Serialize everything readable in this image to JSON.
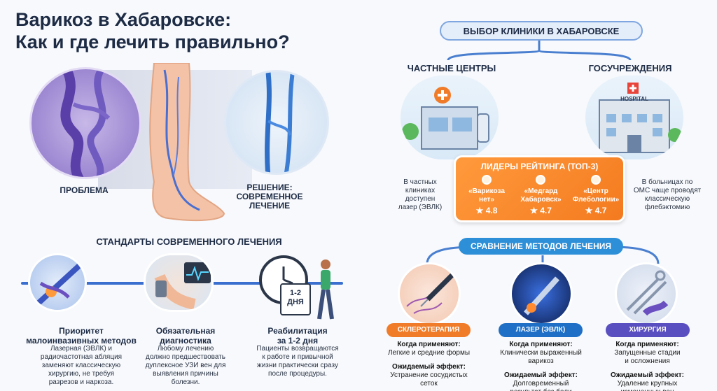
{
  "title": {
    "line1": "Варикоз в Хабаровске:",
    "line2": "Как и где лечить правильно?"
  },
  "hero": {
    "problem_label": "ПРОБЛЕМА",
    "solution_label": "РЕШЕНИЕ:\nСОВРЕМЕННОЕ\nЛЕЧЕНИЕ"
  },
  "standards": {
    "heading": "СТАНДАРТЫ СОВРЕМЕННОГО ЛЕЧЕНИЯ",
    "items": [
      {
        "title": "Приоритет\nмалоинвазивных методов",
        "text": "Лазерная (ЭВЛК) и\nрадиочастотная абляция\nзаменяют классическую\nхирургию, не требуя\nразрезов и наркоза."
      },
      {
        "title": "Обязательная\nдиагностика",
        "text": "Любому лечению\nдолжно предшествовать\nдуплексное УЗИ вен для\nвыявления причины\nболезни."
      },
      {
        "title": "Реабилитация\nза 1-2 дня",
        "text": "Пациенты возвращаются\nк работе и привычной\nжизни практически сразу\nпосле процедуры.",
        "calendar": "1-2\nДНЯ"
      }
    ]
  },
  "clinics": {
    "heading": "ВЫБОР КЛИНИКИ В ХАБАРОВСКЕ",
    "private_label": "ЧАСТНЫЕ ЦЕНТРЫ",
    "public_label": "ГОСУЧРЕЖДЕНИЯ",
    "hospital_sign": "HOSPITAL",
    "private_note": "В частных\nклиниках\nдоступен\nлазер (ЭВЛК)",
    "public_note": "В больницах по\nОМС чаще проводят\nклассическую\nфлебэктомию",
    "leaders": {
      "heading": "ЛИДЕРЫ РЕЙТИНГА (ТОП-3)",
      "items": [
        {
          "name": "«Варикоза\nнет»",
          "rating": "4.8"
        },
        {
          "name": "«Медгард\nХабаровск»",
          "rating": "4.7"
        },
        {
          "name": "«Центр\nФлебологии»",
          "rating": "4.7"
        }
      ],
      "star": "★"
    }
  },
  "methods": {
    "heading": "СРАВНЕНИЕ МЕТОДОВ ЛЕЧЕНИЯ",
    "items": [
      {
        "label": "СКЛЕРОТЕРАПИЯ",
        "color": "#f07c2a",
        "when_title": "Когда применяют:",
        "when": "Легкие и средние формы",
        "effect_title": "Ожидаемый эффект:",
        "effect": "Устранение сосудистых\nсеток"
      },
      {
        "label": "ЛАЗЕР (ЭВЛК)",
        "color": "#1f6fc6",
        "when_title": "Когда применяют:",
        "when": "Клинически выраженный\nварикоз",
        "effect_title": "Ожидаемый эффект:",
        "effect": "Долговременный\nрезультат без боли"
      },
      {
        "label": "ХИРУРГИЯ",
        "color": "#5a4fc0",
        "when_title": "Когда применяют:",
        "when": "Запущенные стадии\nи осложнения",
        "effect_title": "Ожидаемый эффект:",
        "effect": "Удаление крупных\nизмененных вен"
      }
    ]
  }
}
